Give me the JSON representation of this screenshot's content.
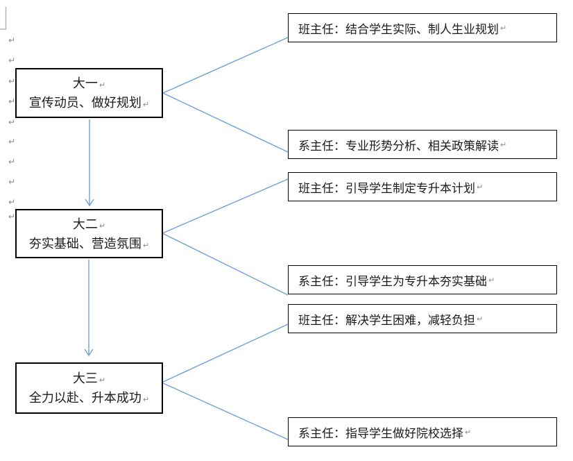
{
  "colors": {
    "connector": "#6FA0D8",
    "box_border": "#000000",
    "pilcrow": "#8A8A8A",
    "crop_mark": "#A6A6A6"
  },
  "marks": {
    "pilcrow": "↵"
  },
  "stages": [
    {
      "title": "大一",
      "subtitle": "宣传动员、做好规划"
    },
    {
      "title": "大二",
      "subtitle": "夯实基础、营造氛围"
    },
    {
      "title": "大三",
      "subtitle": "全力以赴、升本成功"
    }
  ],
  "tasks": [
    "班主任：结合学生实际、制人生业规划",
    "系主任：专业形势分析、相关政策解读",
    "班主任：引导学生制定专升本计划",
    "系主任：引导学生为专升本夯实基础",
    "班主任：解决学生困难，减轻负担",
    "系主任：指导学生做好院校选择"
  ]
}
